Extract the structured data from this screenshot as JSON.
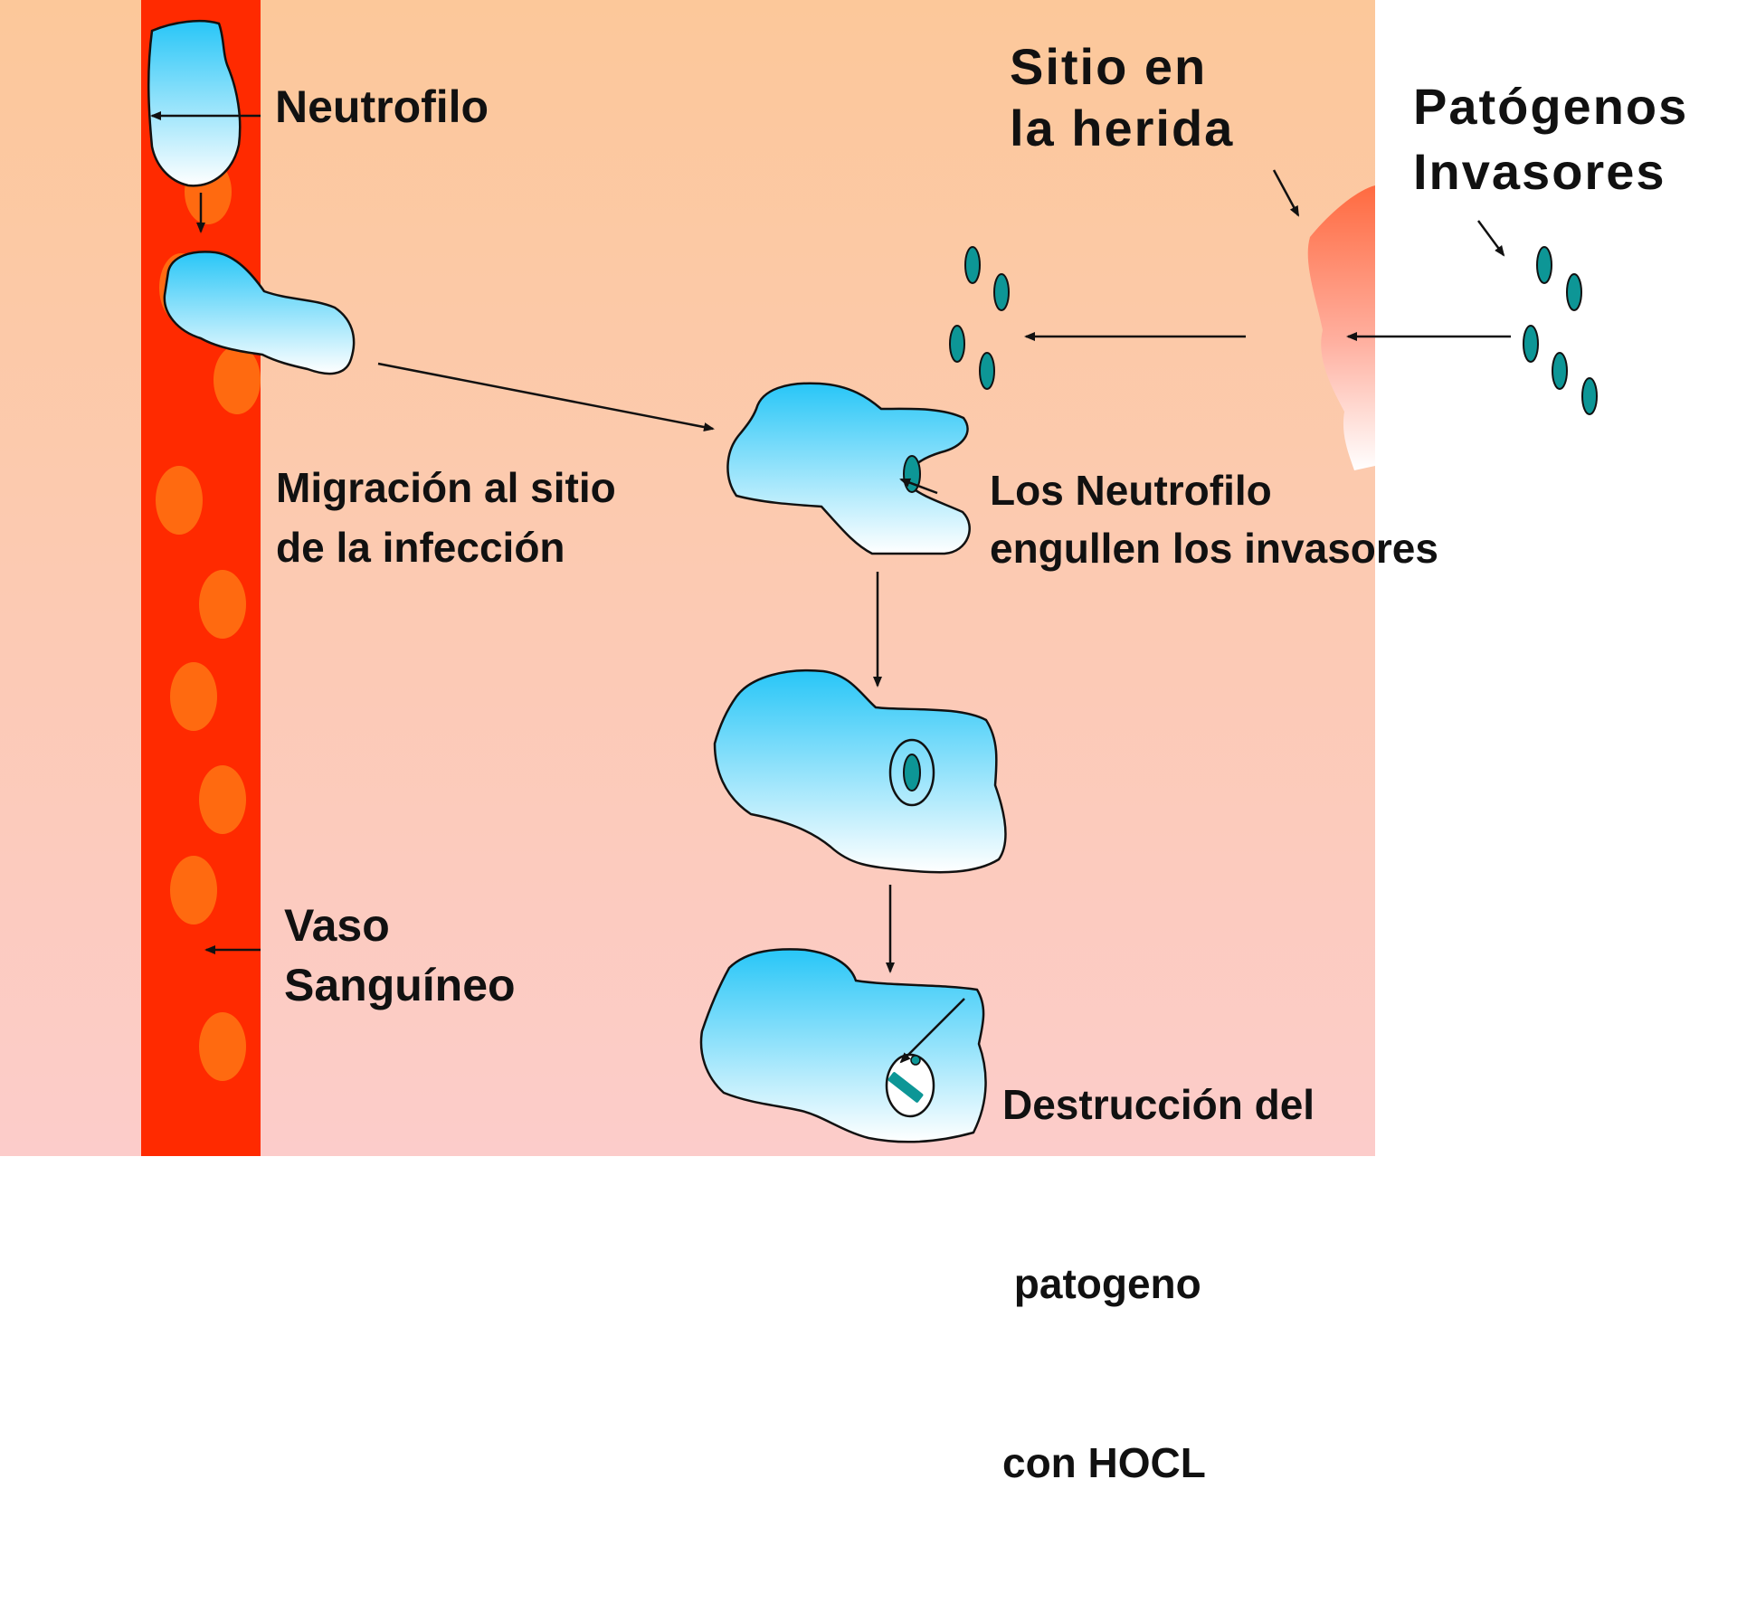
{
  "labels": {
    "neutrofilo": "Neutrofilo",
    "migracion": [
      "Migración al sitio",
      "de la infección"
    ],
    "vaso": [
      "Vaso",
      "Sanguíneo"
    ],
    "sitio_herida": [
      "Sitio en",
      "la herida"
    ],
    "patogenos": [
      "Patógenos",
      "Invasores"
    ],
    "engullen": [
      "Los Neutrofilo",
      "engullen los invasores"
    ],
    "destruccion": [
      "Destrucción del",
      " patogeno",
      "con HOCL"
    ]
  },
  "colors": {
    "tissue_top": "#fcc89a",
    "tissue_bottom": "#fcccca",
    "vessel": "#ff2a00",
    "blood_cell": "#ff6a10",
    "neutrophil_top": "#28c6f7",
    "neutrophil_bottom": "#ffffff",
    "pathogen": "#0d9696",
    "wound": "#ff6a40",
    "arrow": "#111111"
  },
  "icons": {
    "neutrophil": "neutrophil-cell-icon",
    "pathogen": "pathogen-icon",
    "blood_cell": "red-blood-cell-icon",
    "wound": "wound-icon"
  }
}
